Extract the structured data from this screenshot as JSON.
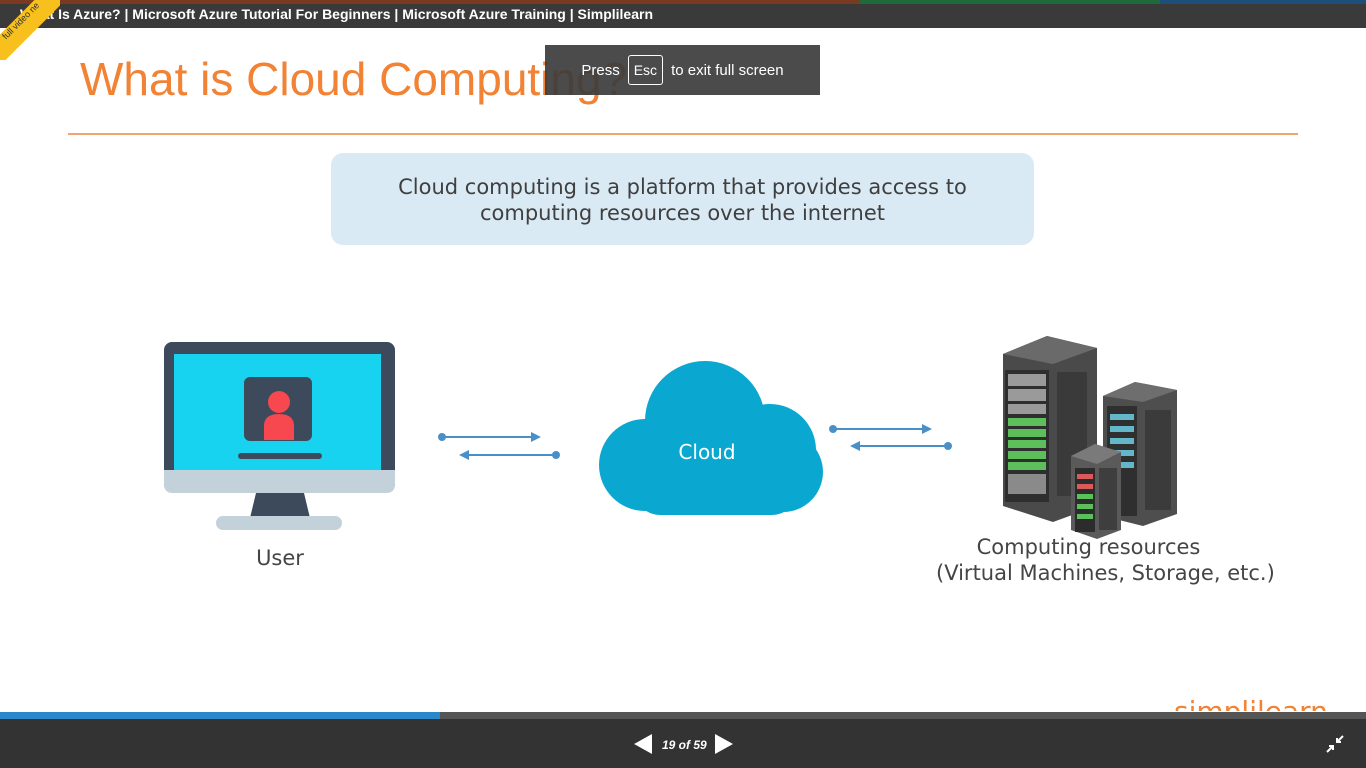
{
  "window": {
    "title": "What Is Azure? | Microsoft Azure Tutorial For Beginners | Microsoft Azure Training | Simplilearn"
  },
  "corner_ribbon": {
    "text": "full video ne"
  },
  "slide": {
    "title": "What is Cloud Computing?",
    "definition_line1": "Cloud computing is a platform that provides access to",
    "definition_line2": "computing resources over the internet",
    "user_label": "User",
    "cloud_label": "Cloud",
    "resources_label_line1": "Computing resources",
    "resources_label_line2": "(Virtual Machines, Storage, etc.)",
    "logo_text": "simplilearn"
  },
  "fullscreen_overlay": {
    "press": "Press",
    "key": "Esc",
    "rest": "to exit full screen"
  },
  "player": {
    "page_indicator": "19 of 59",
    "progress_fraction": 0.322,
    "prev_icon": "triangle-left-icon",
    "next_icon": "triangle-right-icon",
    "exit_fullscreen_icon": "compress-arrows-icon"
  },
  "colors": {
    "accent": "#f28234",
    "progress": "#2a87c9",
    "cloud": "#0aa8d0",
    "screen": "#18d3ef"
  }
}
